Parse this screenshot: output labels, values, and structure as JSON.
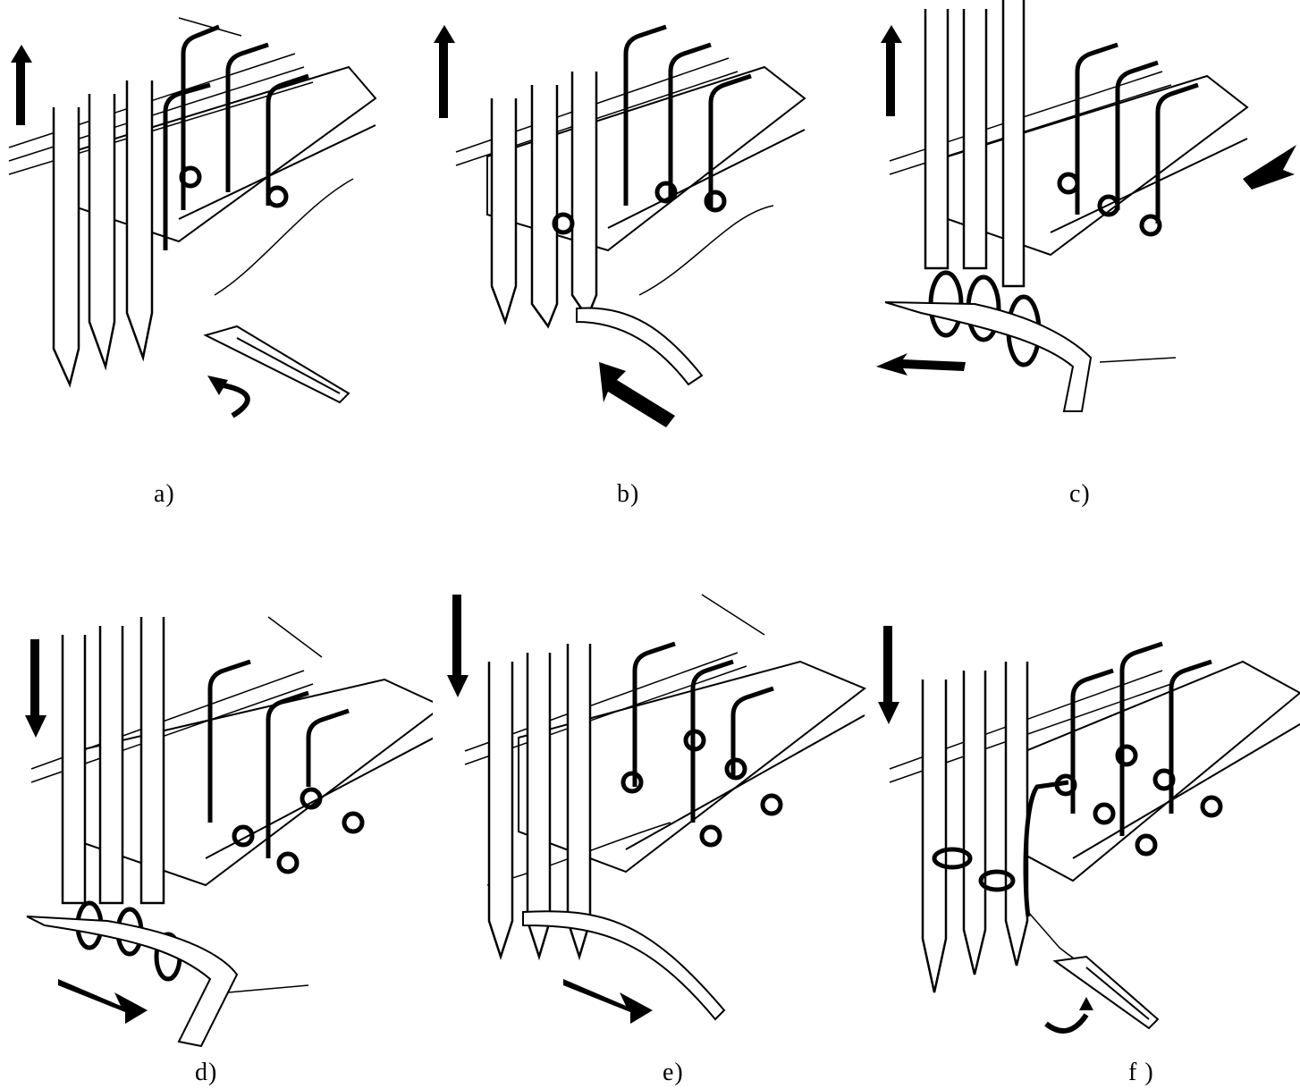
{
  "panels": [
    {
      "id": "a",
      "label": "a)"
    },
    {
      "id": "b",
      "label": "b)"
    },
    {
      "id": "c",
      "label": "c)"
    },
    {
      "id": "d",
      "label": "d)"
    },
    {
      "id": "e",
      "label": "e)"
    },
    {
      "id": "f",
      "label": "f )"
    }
  ],
  "colors": {
    "ink": "#000000",
    "paper": "#ffffff"
  }
}
